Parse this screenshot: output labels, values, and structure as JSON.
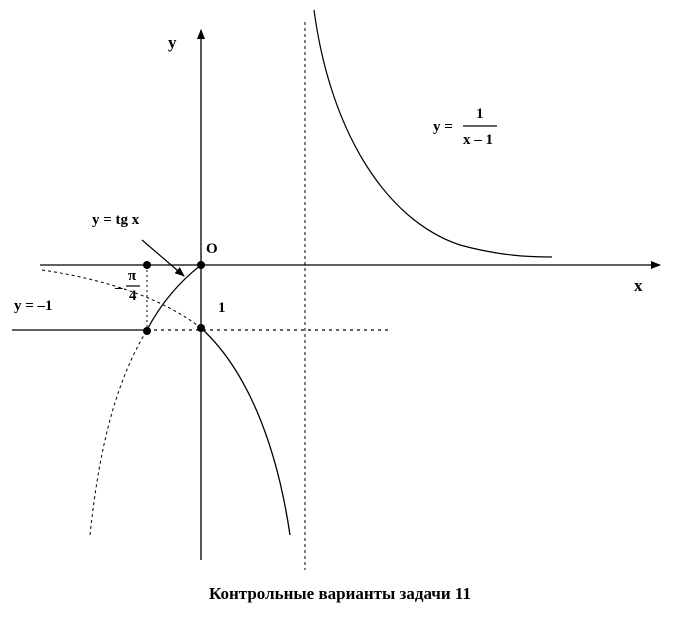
{
  "diagram": {
    "axes": {
      "x_label": "x",
      "y_label": "y",
      "origin_label": "O"
    },
    "labels": {
      "tg_prefix": "y = tg x",
      "hyperbola_lhs": "y =",
      "hyperbola_num": "1",
      "hyperbola_den": "x – 1",
      "line_y_minus_one": "y = –1",
      "pi_minus": "–",
      "pi_num": "π",
      "pi_den": "4",
      "one": "1"
    },
    "caption": "Контрольные варианты задачи 11",
    "colors": {
      "ink": "#000000",
      "background": "#ffffff"
    }
  }
}
